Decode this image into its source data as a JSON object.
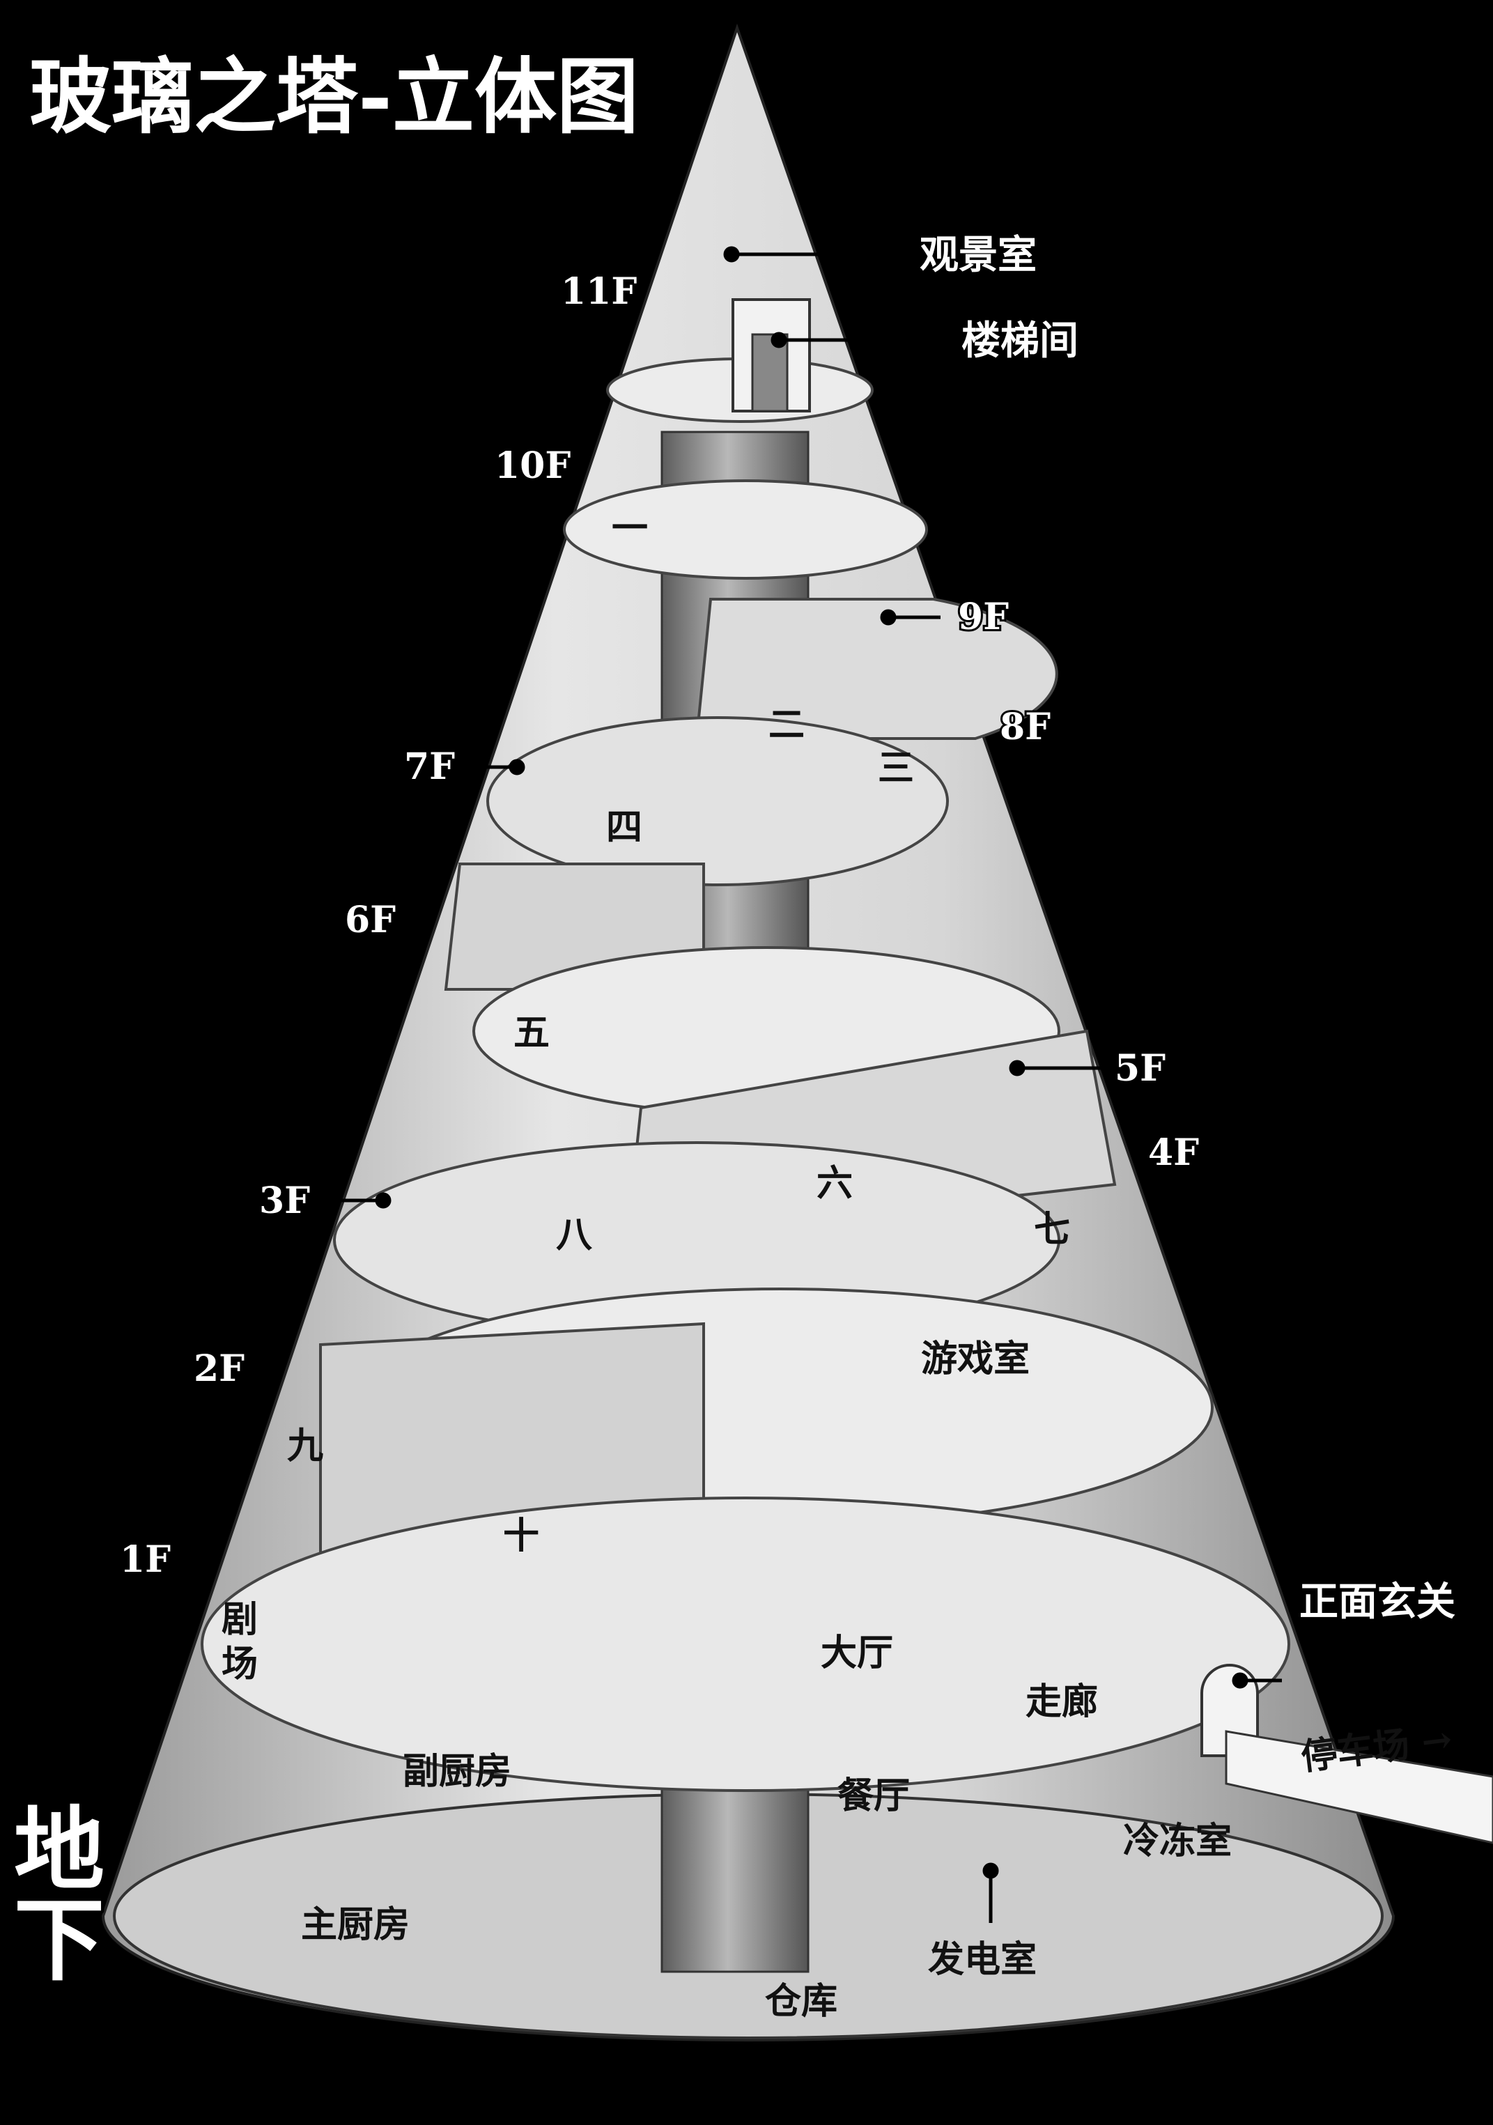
{
  "title": "玻璃之塔-立体图",
  "underground": [
    "地",
    "下"
  ],
  "floors": {
    "f11": "11F",
    "f10": "10F",
    "f9": "9F",
    "f8": "8F",
    "f7": "7F",
    "f6": "6F",
    "f5": "5F",
    "f4": "4F",
    "f3": "3F",
    "f2": "2F",
    "f1": "1F"
  },
  "callouts": {
    "observation": "观景室",
    "stairwell": "楼梯间",
    "entrance": "正面玄关",
    "parking": "停车场 →"
  },
  "rooms": {
    "r1": "一",
    "r2": "二",
    "r3": "三",
    "r4": "四",
    "r5": "五",
    "r6": "六",
    "r7": "七",
    "r8": "八",
    "r9": "九",
    "r10": "十",
    "game_room": "游戏室",
    "theater": [
      "剧",
      "场"
    ],
    "hall": "大厅",
    "corridor": "走廊",
    "sub_kitchen": "副厨房",
    "dining": "餐厅",
    "main_kitchen": "主厨房",
    "storage": "仓库",
    "generator": "发电室",
    "freezer": "冷冻室"
  },
  "colors": {
    "background": "#000000",
    "glass": "#d9d9d9",
    "floor_plate": "#ededed",
    "column": "#8a8a8a",
    "label": "#ffffff"
  }
}
